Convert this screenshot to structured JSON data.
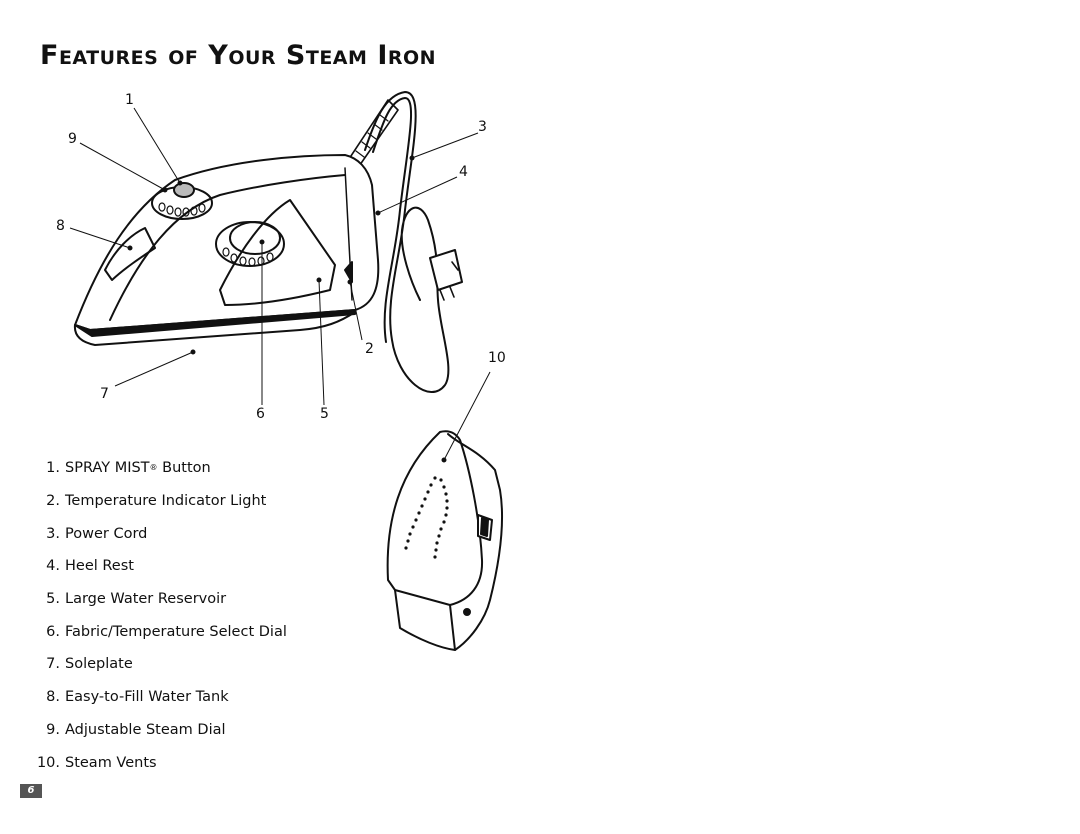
{
  "page": {
    "title": "Features of Your Steam Iron",
    "page_number": "6"
  },
  "callouts": [
    "1",
    "2",
    "3",
    "4",
    "5",
    "6",
    "7",
    "8",
    "9",
    "10"
  ],
  "features": [
    {
      "num": "1.",
      "label": "SPRAY MIST",
      "reg": "®",
      "suffix": " Button"
    },
    {
      "num": "2.",
      "label": "Temperature Indicator Light"
    },
    {
      "num": "3.",
      "label": "Power Cord"
    },
    {
      "num": "4.",
      "label": "Heel Rest"
    },
    {
      "num": "5.",
      "label": "Large Water Reservoir"
    },
    {
      "num": "6.",
      "label": "Fabric/Temperature Select Dial"
    },
    {
      "num": "7.",
      "label": "Soleplate"
    },
    {
      "num": "8.",
      "label": "Easy-to-Fill Water Tank"
    },
    {
      "num": "9.",
      "label": "Adjustable Steam Dial"
    },
    {
      "num": "10.",
      "label": "Steam Vents"
    }
  ]
}
